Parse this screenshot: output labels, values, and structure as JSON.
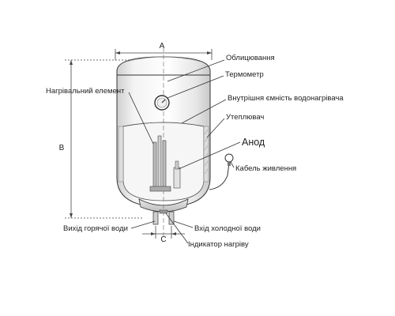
{
  "dimensions": {
    "a": "A",
    "b": "B",
    "c": "C"
  },
  "labels": {
    "casing": "Облицювання",
    "thermometer": "Термометр",
    "heating_element": "Нагрівальний елемент",
    "inner_tank": "Внутрішня ємність водонагрівача",
    "insulation": "Утеплювач",
    "anode": "Анод",
    "power_cable": "Кабель живлення",
    "hot_water_outlet": "Вихід горячої води",
    "cold_water_inlet": "Вхід холодної води",
    "heating_indicator": "Індикатор нагріву"
  },
  "colors": {
    "line": "#333333",
    "tank_fill": "#f4f4f4",
    "shade": "#d8d8d8"
  }
}
